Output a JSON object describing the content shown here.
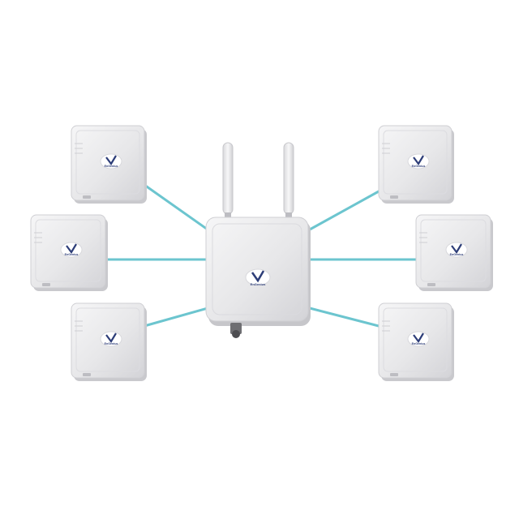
{
  "scene": {
    "brand_text": "EnGenius",
    "colors": {
      "background": "#ffffff",
      "cable": "#6cc5cf",
      "device_body": "#e6e6e8",
      "device_shadow": "#c9c9cd",
      "logo_blue": "#2d3d78"
    },
    "hub": {
      "name": "access-point-hub",
      "antenna_count": 2
    },
    "clients": [
      {
        "name": "client-panel-top-left"
      },
      {
        "name": "client-panel-middle-left"
      },
      {
        "name": "client-panel-bottom-left"
      },
      {
        "name": "client-panel-top-right"
      },
      {
        "name": "client-panel-middle-right"
      },
      {
        "name": "client-panel-bottom-right"
      }
    ]
  }
}
